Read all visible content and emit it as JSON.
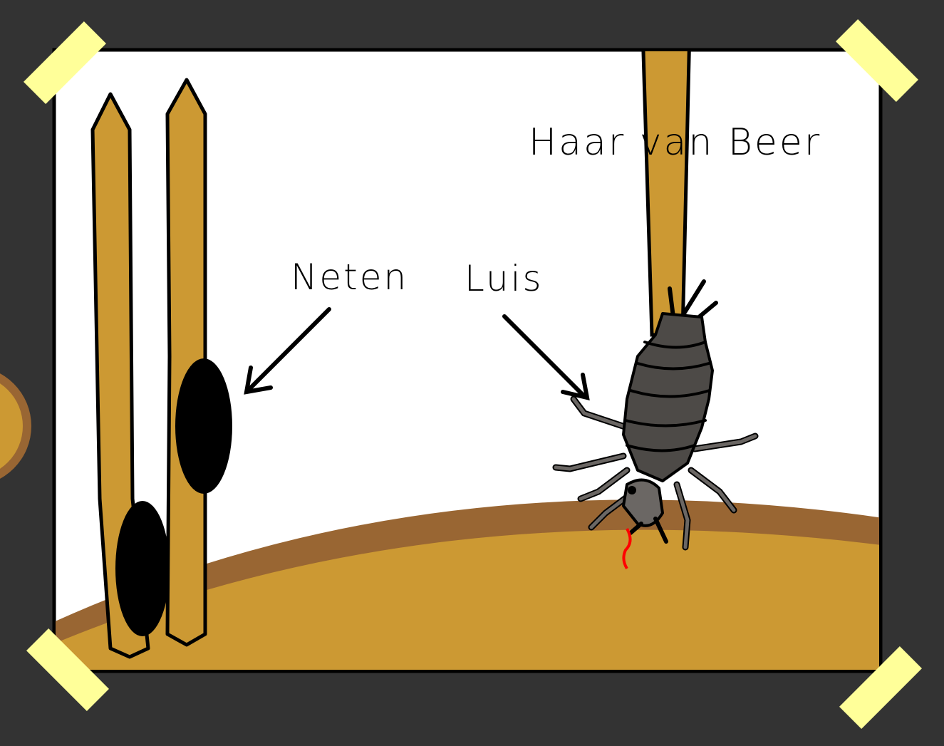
{
  "labels": {
    "hair": "Haar van Beer",
    "nits": "Neten",
    "louse": "Luis"
  },
  "colors": {
    "background": "#333333",
    "paper": "#ffffff",
    "hair": "#cc9933",
    "skin_edge": "#996633",
    "skin": "#cc9933",
    "tape": "#ffff99",
    "nit": "#000000",
    "louse": "#4d4a47",
    "blood": "#ff0000"
  },
  "icons": {
    "tape": "tape-strip-icon",
    "nit": "nit-egg-icon",
    "louse": "louse-icon",
    "arrow": "arrow-icon"
  }
}
